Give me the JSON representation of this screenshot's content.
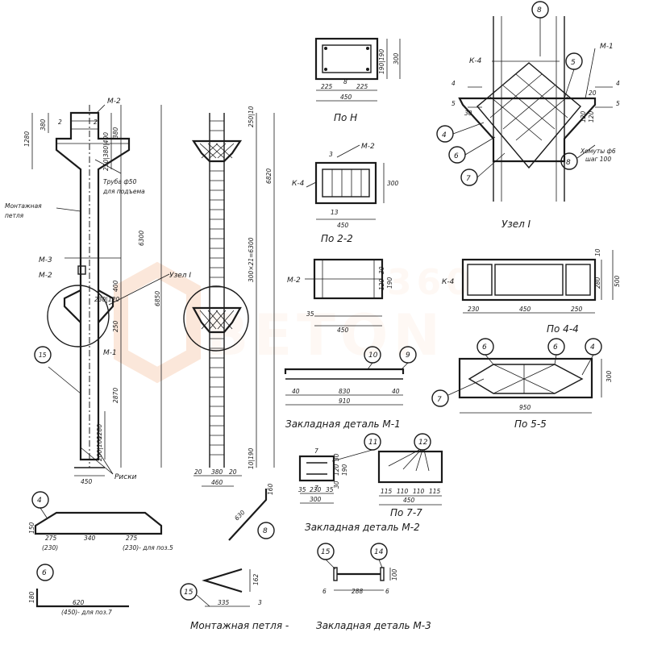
{
  "labels": {
    "m2_top": "М-2",
    "m2_left": "М-2",
    "m3_left": "М-3",
    "m1_left": "М-1",
    "pipe_note": "Труба ф50",
    "pipe_note2": "для подъема",
    "mount_loop": "Монтажная",
    "mount_loop2": "петля",
    "uzel": "Узел I",
    "riski": "Риски",
    "c15": "15",
    "c4": "4",
    "c6": "6",
    "c8": "8",
    "c15b": "15",
    "c15c": "15",
    "c14": "14",
    "c10": "10",
    "c9": "9",
    "c11": "11",
    "c12": "12",
    "c6b": "6",
    "c6c": "6",
    "c4b": "4",
    "c7": "7",
    "n8": "8",
    "n5": "5",
    "n4": "4",
    "n6": "6",
    "n7": "7",
    "n8b": "8",
    "m1_node": "М-1",
    "k4_node": "К-4",
    "k4_a": "К-4",
    "k4_b": "К-4",
    "m2_a": "М-2",
    "m2_b": "М-2",
    "m2_c": "М-2",
    "clamps": "Хомуты ф6",
    "clamps2": "шаг 100"
  },
  "dims": {
    "d1280": "1280",
    "d380": "380",
    "d2": "2",
    "d2b": "2",
    "d380b": "380",
    "d250_380": "250|380|400",
    "d6300": "6300",
    "d6850": "6850",
    "d400": "400",
    "d230_120": "230|120",
    "d230": "230",
    "d250": "250",
    "d2870": "2870",
    "d1280b": "1280",
    "d200_100": "200|100",
    "d450": "450",
    "d6820": "6820",
    "d250_10": "250|10",
    "d300_21_6300": "300×21=6300",
    "d10_190": "10|190",
    "d20": "20",
    "d380c": "380",
    "d20b": "20",
    "d460": "460",
    "s225": "225",
    "s8": "8",
    "s225b": "225",
    "s450a": "450",
    "s300": "300",
    "s190_90": "190|190",
    "s3": "3",
    "s300b": "300",
    "s13": "13",
    "s450b": "450",
    "s10": "10",
    "s280": "280",
    "s500": "500",
    "s230": "230",
    "s450c": "450",
    "s250": "250",
    "s30": "30",
    "s120": "120",
    "s190": "190",
    "s35": "35",
    "s450d": "450",
    "s300c": "300",
    "s950": "950",
    "e40": "40",
    "e830": "830",
    "e40b": "40",
    "e910": "910",
    "f30": "30",
    "f120": "120",
    "f190": "190",
    "f30b": "30",
    "f35": "35",
    "f230": "230",
    "f35b": "35",
    "f300": "300",
    "f115": "115",
    "f110": "110",
    "f110b": "110",
    "f115b": "115",
    "f450": "450",
    "f7": "7",
    "f7b": "7",
    "b150": "150",
    "b275": "275",
    "b340": "340",
    "b275b": "275",
    "b230": "(230)",
    "b230_note": "(230)- для поз.5",
    "b180": "180",
    "b620": "620",
    "b450_note": "(450)- для поз.7",
    "b60": "160",
    "b630": "630",
    "b162": "162",
    "b335": "335",
    "b3": "3",
    "b6": "6",
    "b288": "288",
    "b6b": "6",
    "b100": "100",
    "n120": "120",
    "n120b": "120",
    "n20": "20",
    "n30": "30"
  },
  "titles": {
    "pon": "По Н",
    "p22": "По 2-2",
    "p44": "По 4-4",
    "p55": "По 5-5",
    "p77": "По 7-7",
    "uzel": "Узел I",
    "zd_m1": "Закладная деталь М-1",
    "zd_m2": "Закладная деталь М-2",
    "loop": "Монтажная петля -",
    "zd_m3": "Закладная деталь М-3",
    "sec4": "4",
    "sec4b": "4",
    "sec5": "5",
    "sec5b": "5"
  },
  "watermark": {
    "text": "BETON",
    "sub": "360"
  }
}
